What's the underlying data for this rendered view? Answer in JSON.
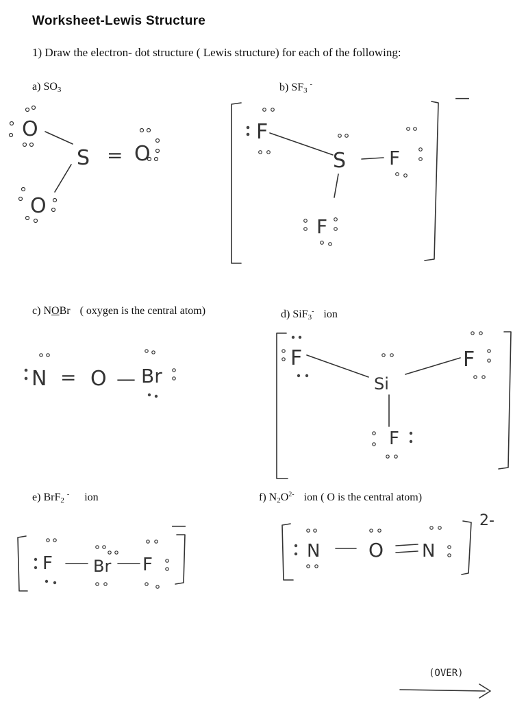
{
  "title": "Worksheet-Lewis Structure",
  "instruction": "1) Draw the electron- dot structure ( Lewis structure) for each of the following:",
  "problems": {
    "a": {
      "prefix": "a) ",
      "formula": "SO",
      "sub": "3"
    },
    "b": {
      "prefix": "b) ",
      "formula": "SF",
      "sub": "3",
      "charge": "-"
    },
    "c": {
      "prefix": "c) ",
      "n": "N",
      "o": "O",
      "br": "Br",
      "note": "( oxygen is the central atom)"
    },
    "d": {
      "prefix": "d) ",
      "formula": "SiF",
      "sub": "3",
      "charge": "-",
      "suffix": "ion"
    },
    "e": {
      "prefix": "e) ",
      "formula": "BrF",
      "sub": "2",
      "charge": "-",
      "suffix": "ion"
    },
    "f": {
      "prefix": "f) ",
      "formula": "N",
      "sub": "2",
      "o": "O",
      "charge": "2-",
      "suffix": "ion ( O is the central atom)"
    }
  },
  "drawings": {
    "a": {
      "s": "S",
      "o_top": "O",
      "o_right": "O",
      "o_bottom": "O",
      "bond": "="
    },
    "b": {
      "f_left": "F",
      "s": "S",
      "f_right": "F",
      "f_bottom": "F",
      "bond": "—",
      "charge": "—"
    },
    "c": {
      "n": "N",
      "o": "O",
      "br": "Br",
      "double": "=",
      "single": "—"
    },
    "d": {
      "f_left": "F",
      "si": "Si",
      "f_right": "F",
      "f_bottom": "F"
    },
    "e": {
      "f_left": "F",
      "br": "Br",
      "f_right": "F",
      "charge": "—"
    },
    "f": {
      "n_left": "N",
      "o": "O",
      "n_right": "N",
      "charge": "2-"
    }
  },
  "footer": {
    "over": "(OVER)"
  }
}
